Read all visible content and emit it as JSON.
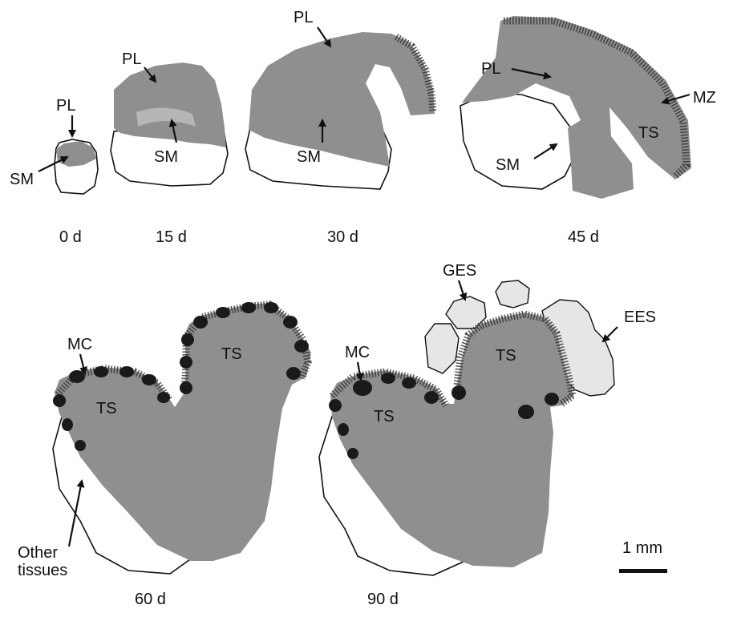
{
  "panels": {
    "d0": "0 d",
    "d15": "15 d",
    "d30": "30 d",
    "d45": "45 d",
    "d60": "60 d",
    "d90": "90 d"
  },
  "labels": {
    "pl": "PL",
    "sm": "SM",
    "mz": "MZ",
    "ts": "TS",
    "mc": "MC",
    "ges": "GES",
    "ees": "EES",
    "other_line1": "Other",
    "other_line2": "tissues"
  },
  "scale_bar": "1 mm",
  "colors": {
    "tissue": "#8f8f8f",
    "epithelial_structures": "#e6e6e6",
    "cells": "#1a1a1a"
  }
}
